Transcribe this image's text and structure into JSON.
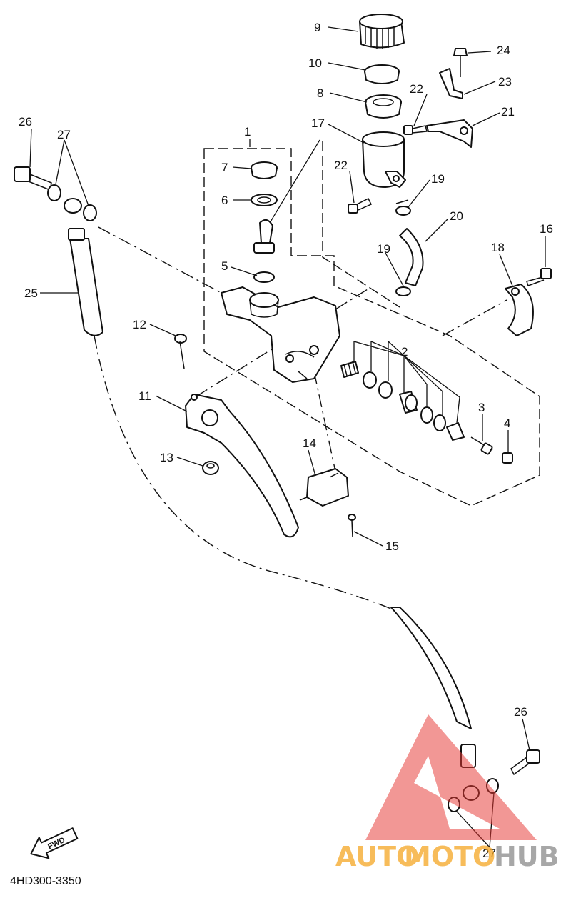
{
  "diagram": {
    "part_code": "4HD300-3350",
    "fwd_label": "FWD",
    "labels": {
      "p1": "1",
      "p2": "2",
      "p3": "3",
      "p4": "4",
      "p5": "5",
      "p6": "6",
      "p7": "7",
      "p8": "8",
      "p9": "9",
      "p10": "10",
      "p11": "11",
      "p12": "12",
      "p13": "13",
      "p14": "14",
      "p15": "15",
      "p16": "16",
      "p17": "17",
      "p18": "18",
      "p19a": "19",
      "p19b": "19",
      "p20": "20",
      "p21": "21",
      "p22a": "22",
      "p22b": "22",
      "p23": "23",
      "p24": "24",
      "p25": "25",
      "p26a": "26",
      "p26b": "26",
      "p27a": "27",
      "p27b": "27"
    }
  },
  "watermark": {
    "text_auto": "AUTO",
    "text_moto": "MOTO",
    "text_hub": "HUB",
    "color_orange": "#f5a623",
    "color_red": "#e53935",
    "color_gray": "#8a8a8a"
  }
}
